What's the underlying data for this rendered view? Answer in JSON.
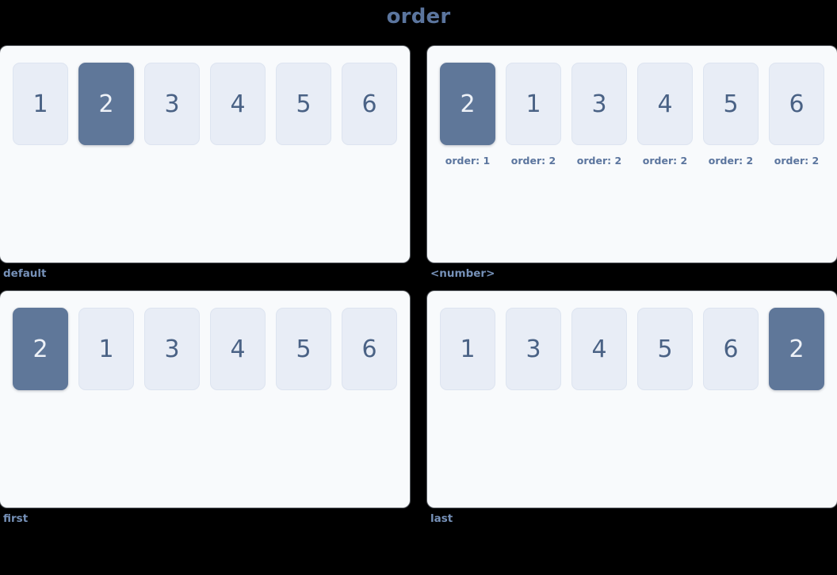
{
  "title": "order",
  "colors": {
    "background": "#000000",
    "panel": "#f8fafc",
    "box": "#e8edf6",
    "box_highlight": "#5f7799",
    "text_accent": "#5b759e",
    "box_text": "#4a6285",
    "box_highlight_text": "#eef2f8",
    "caption": "#7691b8"
  },
  "panels": [
    {
      "caption": "default",
      "has_order_labels": false,
      "items": [
        {
          "label": "1",
          "highlight": false
        },
        {
          "label": "2",
          "highlight": true
        },
        {
          "label": "3",
          "highlight": false
        },
        {
          "label": "4",
          "highlight": false
        },
        {
          "label": "5",
          "highlight": false
        },
        {
          "label": "6",
          "highlight": false
        }
      ]
    },
    {
      "caption": "<number>",
      "has_order_labels": true,
      "items": [
        {
          "label": "2",
          "highlight": true,
          "order_label": "order: 1"
        },
        {
          "label": "1",
          "highlight": false,
          "order_label": "order: 2"
        },
        {
          "label": "3",
          "highlight": false,
          "order_label": "order: 2"
        },
        {
          "label": "4",
          "highlight": false,
          "order_label": "order: 2"
        },
        {
          "label": "5",
          "highlight": false,
          "order_label": "order: 2"
        },
        {
          "label": "6",
          "highlight": false,
          "order_label": "order: 2"
        }
      ]
    },
    {
      "caption": "first",
      "has_order_labels": false,
      "items": [
        {
          "label": "2",
          "highlight": true
        },
        {
          "label": "1",
          "highlight": false
        },
        {
          "label": "3",
          "highlight": false
        },
        {
          "label": "4",
          "highlight": false
        },
        {
          "label": "5",
          "highlight": false
        },
        {
          "label": "6",
          "highlight": false
        }
      ]
    },
    {
      "caption": "last",
      "has_order_labels": false,
      "items": [
        {
          "label": "1",
          "highlight": false
        },
        {
          "label": "3",
          "highlight": false
        },
        {
          "label": "4",
          "highlight": false
        },
        {
          "label": "5",
          "highlight": false
        },
        {
          "label": "6",
          "highlight": false
        },
        {
          "label": "2",
          "highlight": true
        }
      ]
    }
  ]
}
